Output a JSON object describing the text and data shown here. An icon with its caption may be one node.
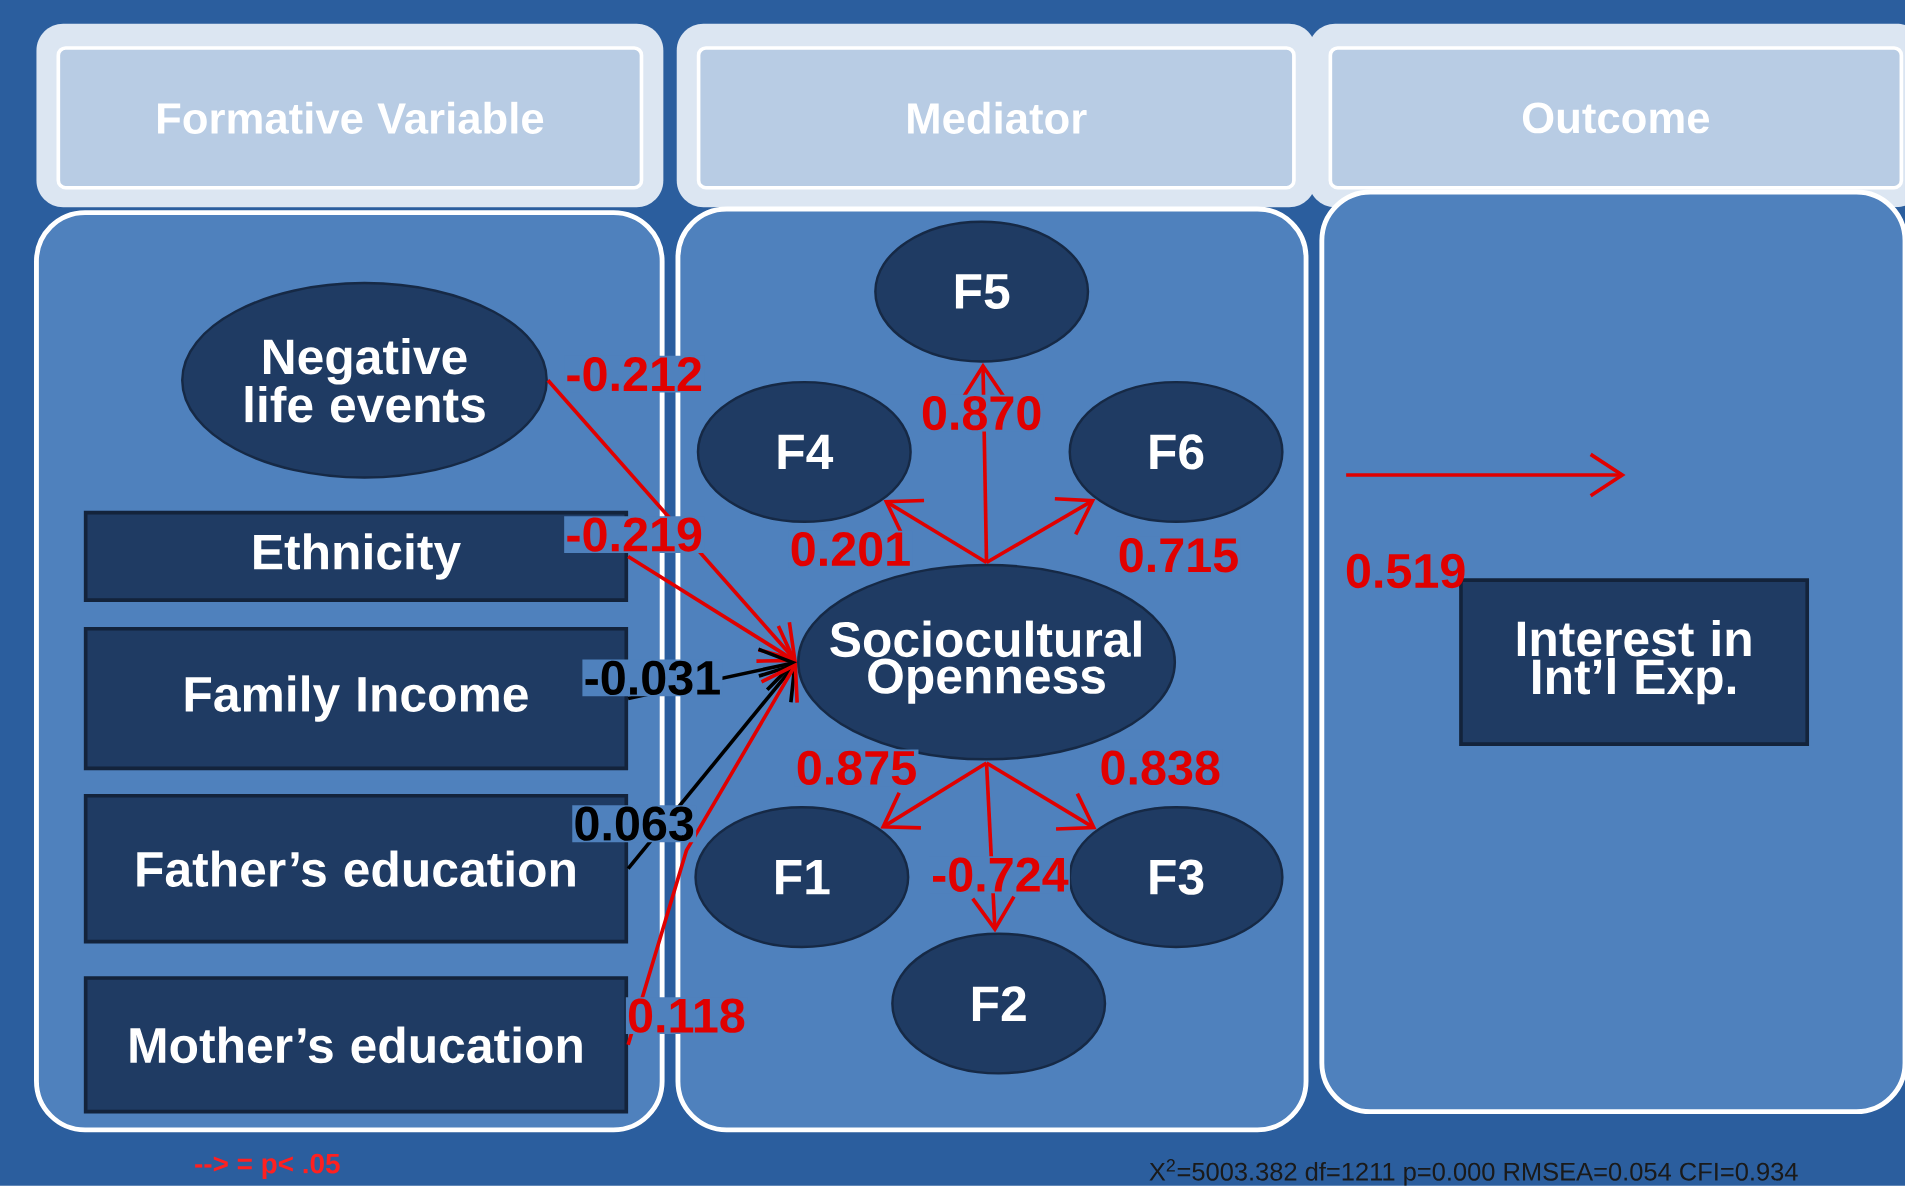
{
  "diagram": {
    "nodes": [
      {
        "text": [
          "Formative Variable"
        ]
      },
      {
        "text": [
          "Mediator"
        ]
      },
      {
        "text": [
          "Outcome"
        ]
      },
      {
        "text": [],
        "shape": "box"
      },
      {
        "text": [],
        "shape": "box"
      },
      {
        "text": [],
        "shape": "box"
      },
      {
        "text": [
          "Negative life events"
        ],
        "in": 3
      },
      {
        "text": [
          "Ethnicity"
        ],
        "in": 3
      },
      {
        "text": [
          "Family Income"
        ],
        "in": 3
      },
      {
        "text": [
          "Father’s education"
        ],
        "in": 3
      },
      {
        "text": [
          "Mother’s education"
        ],
        "in": 3
      },
      {
        "text": [
          "F5"
        ],
        "in": 4
      },
      {
        "text": [
          "F4"
        ],
        "in": 4
      },
      {
        "text": [
          "F6"
        ],
        "in": 4
      },
      {
        "text": [
          "Sociocultural Openness"
        ],
        "in": 4
      },
      {
        "text": [
          "F1"
        ],
        "in": 4
      },
      {
        "text": [
          "F3"
        ],
        "in": 4
      },
      {
        "text": [
          "F2"
        ],
        "in": 4
      },
      {
        "text": [
          "Interest in Int’l Exp."
        ],
        "in": 5
      }
    ],
    "edges": [
      {
        "from": 6,
        "to": 14,
        "arrow": "to",
        "label": "-0.212"
      },
      {
        "from": 7,
        "to": 14,
        "arrow": "to",
        "label": "-0.219"
      },
      {
        "from": 8,
        "to": 14,
        "arrow": "to",
        "label": "-0.031",
        "color": "#000000"
      },
      {
        "from": 9,
        "to": 14,
        "arrow": "to",
        "label": "0.063",
        "color": "#000000"
      },
      {
        "from": 10,
        "to": 14,
        "arrow": "to",
        "label": "0.118"
      },
      {
        "from": 14,
        "to": 11,
        "arrow": "to",
        "label": "0.870"
      },
      {
        "from": 14,
        "to": 12,
        "arrow": "to",
        "label": "0.201"
      },
      {
        "from": 14,
        "to": 13,
        "arrow": "to",
        "label": "0.715"
      },
      {
        "from": 14,
        "to": 15,
        "arrow": "to",
        "label": "0.875"
      },
      {
        "from": 14,
        "to": 16,
        "arrow": "to",
        "label": "0.838"
      },
      {
        "from": 14,
        "to": 17,
        "arrow": "to",
        "label": "-0.724"
      }
    ],
    "labels": [
      "0.519",
      "--> = p< .05",
      "X$^{2}$=5003.382  df=1211  p=0.000  RMSEA=0.054 CFI=0.934"
    ]
  }
}
